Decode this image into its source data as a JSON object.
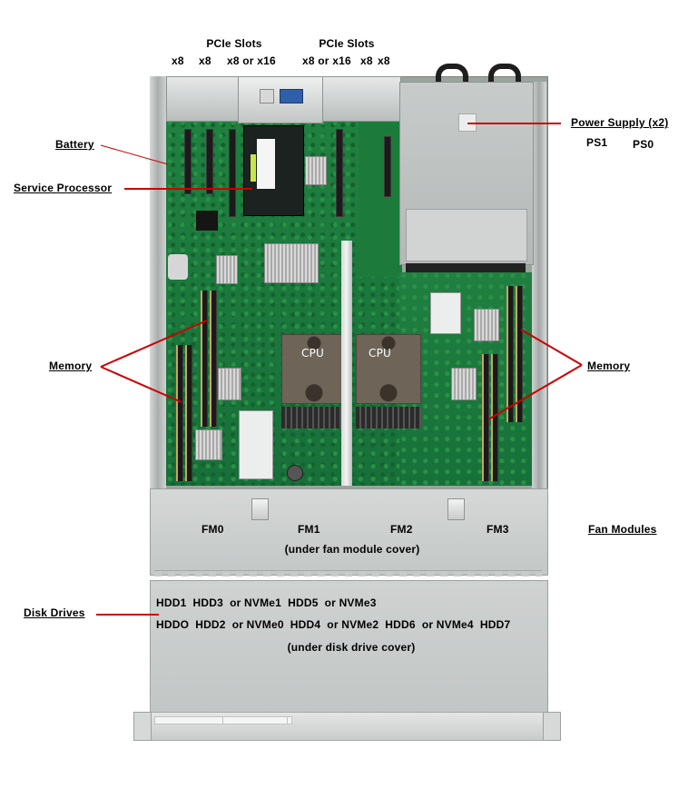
{
  "pcie": {
    "group_left": {
      "title": "PCIe Slots",
      "widths": [
        "x8",
        "x8",
        "x8 or x16"
      ]
    },
    "group_right": {
      "title": "PCIe Slots",
      "widths": [
        "x8 or x16",
        "x8",
        "x8"
      ]
    }
  },
  "callouts": {
    "battery": "Battery",
    "service_processor": "Service Processor",
    "memory_left": "Memory",
    "memory_right": "Memory",
    "power_supply": "Power Supply (x2)",
    "fan_modules": "Fan Modules",
    "disk_drives": "Disk Drives"
  },
  "power_supplies": [
    "PS1",
    "PS0"
  ],
  "cpus": [
    "CPU",
    "CPU"
  ],
  "fan_modules": {
    "labels": [
      "FM0",
      "FM1",
      "FM2",
      "FM3"
    ],
    "note": "(under fan module cover)"
  },
  "disk_drives": {
    "row_top": "HDD1  HDD3  or NVMe1  HDD5  or NVMe3",
    "row_bottom": "HDDO  HDD2  or NVMe0  HDD4  or NVMe2  HDD6  or NVMe4  HDD7",
    "note": "(under disk drive cover)"
  },
  "colors": {
    "leader_line": "#cc0000",
    "pcb_green": "#1d7a3a",
    "chassis_gray": "#c5c9c8"
  }
}
